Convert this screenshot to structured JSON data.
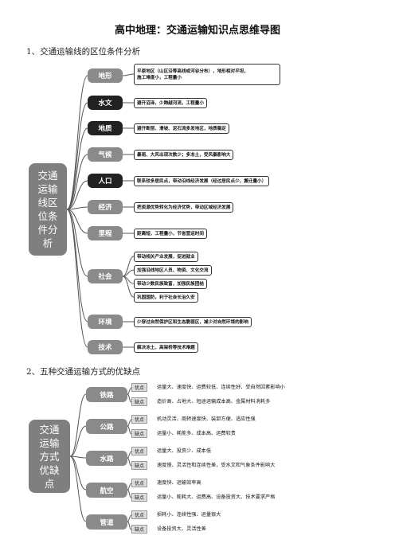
{
  "title": "高中地理：交通运输知识点思维导图",
  "section1": {
    "heading": "1、交通运输线的区位条件分析",
    "root": [
      "交通",
      "运输",
      "线区",
      "位条",
      "件分",
      "析"
    ],
    "branches": [
      {
        "label": "地形",
        "style": "grey",
        "leaves": [
          "平原地区（山区沿等高线或河谷分布），地形相对平坦，",
          "施工难度小，工程量小"
        ]
      },
      {
        "label": "水文",
        "style": "black",
        "leaves": [
          "避开沼泽，少跨越河流，工程量小"
        ]
      },
      {
        "label": "地质",
        "style": "black",
        "leaves": [
          "避开断层、滑坡、泥石流多发地区，地质稳定"
        ]
      },
      {
        "label": "气候",
        "style": "grey",
        "leaves": [
          "暴雨、大风出现次数少；多冻土，受风暴影响大"
        ]
      },
      {
        "label": "人口",
        "style": "black",
        "leaves": [
          "联系较多居民点，带动沿线经济发展（经过居民点少，搬迁量小）"
        ]
      },
      {
        "label": "经济",
        "style": "grey",
        "leaves": [
          "把资源优势转化为经济优势，带动区域经济发展"
        ]
      },
      {
        "label": "里程",
        "style": "grey",
        "leaves": [
          "距离短，工程量小，节省营运时间"
        ]
      },
      {
        "label": "社会",
        "style": "grey",
        "leaves": [
          "带动相关产业发展，促进就业",
          "加强沿线地区人员、物资、文化交流",
          "带动少数民族致富，加强民族团结",
          "巩固国防，利于社会长治久安"
        ]
      },
      {
        "label": "环境",
        "style": "black",
        "leaves": [
          "少穿过自然保护区和生态脆弱区，减少对自然环境的影响"
        ]
      },
      {
        "label": "技术",
        "style": "grey",
        "leaves": [
          "解决冻土、高架桥等技术难题"
        ]
      }
    ]
  },
  "section2": {
    "heading": "2、五种交通运输方式的优缺点",
    "root": [
      "交通",
      "运输",
      "方式",
      "优缺",
      "点"
    ],
    "adv_tag": "优点",
    "dis_tag": "缺点",
    "modes": [
      {
        "label": "铁路",
        "adv": "运量大、速度快、运费较低、连续性好、受自然因素影响小",
        "dis": "造价高、占地大、短途运输成本高、金属材料消耗多"
      },
      {
        "label": "公路",
        "adv": "机动灵活、周转速度快、装卸方便、适应性强",
        "dis": "运量小、耗能多、成本高、运费较贵"
      },
      {
        "label": "水路",
        "adv": "运量大、投资少、成本低",
        "dis": "速度慢、灵活性和连续性差，受水文和气象条件影响大"
      },
      {
        "label": "航空",
        "adv": "速度快、运输效率高",
        "dis": "运量小、能耗大、运费高、设备投资大、技术要求严格"
      },
      {
        "label": "管道",
        "adv": "损耗小、连续性强、运量很大",
        "dis": "设备投资大、灵活性差"
      }
    ]
  }
}
